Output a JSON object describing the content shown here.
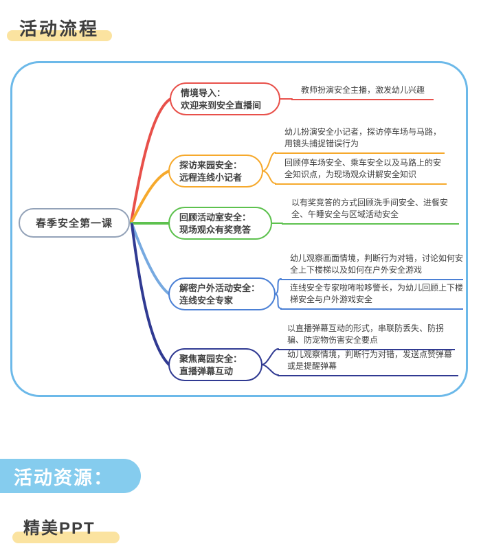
{
  "sections": {
    "process_title": "活动流程",
    "resources_title": "活动资源：",
    "resources_item": "精美PPT"
  },
  "mindmap": {
    "root_label": "春季安全第一课",
    "branches": [
      {
        "label_line1": "情境导入：",
        "label_line2": "欢迎来到安全直播间",
        "color": "#e8504a",
        "connector_color": "#e8504a",
        "leaves": [
          "教师扮演安全主播，激发幼儿兴趣"
        ]
      },
      {
        "label_line1": "探访来园安全：",
        "label_line2": "远程连线小记者",
        "color": "#f6a92c",
        "connector_color": "#f6a92c",
        "leaves": [
          "幼儿扮演安全小记者，探访停车场与马路，用镜头捕捉错误行为",
          "回顾停车场安全、乘车安全以及马路上的安全知识点，为现场观众讲解安全知识"
        ]
      },
      {
        "label_line1": "回顾活动室安全：",
        "label_line2": "现场观众有奖竞答",
        "color": "#5dc14e",
        "connector_color": "#5dc14e",
        "leaves": [
          "以有奖竞答的方式回顾洗手间安全、进餐安全、午睡安全与区域活动安全"
        ]
      },
      {
        "label_line1": "解密户外活动安全：",
        "label_line2": "连线安全专家",
        "color": "#4b80d5",
        "connector_color": "#76a9e0",
        "leaves": [
          "幼儿观察画面情境，判断行为对错，讨论如何安全上下楼梯以及如何在户外安全游戏",
          "连线安全专家啦咘啦哆警长，为幼儿回顾上下楼梯安全与户外游戏安全"
        ]
      },
      {
        "label_line1": "聚焦离园安全：",
        "label_line2": "直播弹幕互动",
        "color": "#303a92",
        "connector_color": "#303a92",
        "leaves": [
          "以直播弹幕互动的形式，串联防丢失、防拐骗、防宠物伤害安全要点",
          "幼儿观察情境，判断行为对错，发送点赞弹幕或是提醒弹幕"
        ]
      }
    ],
    "colors": {
      "frame_border": "#6cb9e9",
      "root_border": "#93a2b8",
      "highlight_yellow": "#fbe3a0",
      "resources_pill_blue": "#85ccee",
      "text": "#3f3f3f"
    }
  }
}
